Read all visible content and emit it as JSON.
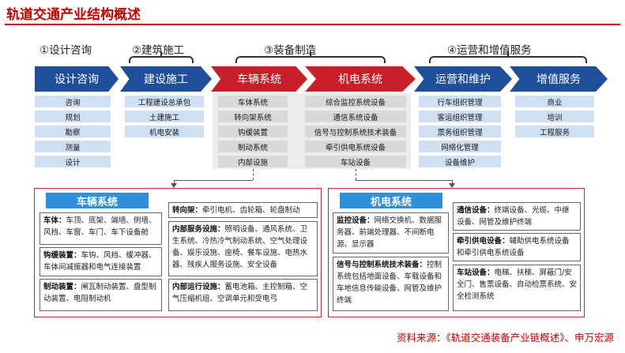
{
  "title": "轨道交通产业结构概述",
  "stages": [
    "①设计咨询",
    "②建筑施工",
    "③装备制造",
    "④运营和增值服务"
  ],
  "chevrons": [
    {
      "label": "设计咨询",
      "color": "#1f4e9a"
    },
    {
      "label": "建设施工",
      "color": "#1f4e9a"
    },
    {
      "label": "车辆系统",
      "color": "#c8202a"
    },
    {
      "label": "机电系统",
      "color": "#c8202a"
    },
    {
      "label": "运营和维护",
      "color": "#1f4e9a"
    },
    {
      "label": "增值服务",
      "color": "#1f4e9a"
    }
  ],
  "columns": [
    [
      "咨询",
      "规划",
      "勘察",
      "测量",
      "设计"
    ],
    [
      "工程建设总承包",
      "土建施工",
      "机电安装"
    ],
    [
      "车体系统",
      "转向架系统",
      "钩缓装置",
      "制动系统",
      "内部设施"
    ],
    [
      "综合监控系统设备",
      "通信系统设备",
      "信号与控制系统技术装备",
      "牵引供电系统设备",
      "车站设备"
    ],
    [
      "行车组织管理",
      "客运组织管理",
      "票务组织管理",
      "网络化管理",
      "设备维护"
    ],
    [
      "商业",
      "培训",
      "工程服务"
    ]
  ],
  "vehicle_panel": {
    "header": "车辆系统",
    "cards": [
      {
        "label": "车体：",
        "text": "车顶、底架、端墙、侧墙、风挡、车窗、车门、车下设备舱"
      },
      {
        "label": "钩缓装置：",
        "text": "车钩、风挡、缓冲器、车体间减振器和电气连接装置"
      },
      {
        "label": "制动装置：",
        "text": "闸瓦制动装置、盘型制动装置、电阻制动机"
      },
      {
        "label": "转向架：",
        "text": "牵引电机、齿轮箱、轮盘制动"
      },
      {
        "label": "内部服务设施：",
        "text": "照明设备、通风系统、卫生系统、冷热冷气制动系统、空气处理设备、娱乐设施、座椅、餐车设施、电热水器、残疾人服务设施、安全设备"
      },
      {
        "label": "内部运行设施：",
        "text": "蓄电池箱、主控制箱、空气压缩机组、空调单元和受电弓"
      }
    ]
  },
  "electro_panel": {
    "header": "机电系统",
    "cards": [
      {
        "label": "监控设备：",
        "text": "网络交换机、数据服务器、前端处理器、不间断电源、显示器"
      },
      {
        "label": "信号与控制系统技术装备：",
        "text": "控制系统包括地面设备、车载设备和车地信息传输设备、网管及维护终端"
      },
      {
        "label": "通信设备：",
        "text": "终端设备、光缆、中继设备、网管及维护终端"
      },
      {
        "label": "牵引供电设备：",
        "text": "辅助供电系统设备和牵引供电系统设备"
      },
      {
        "label": "车站设备：",
        "text": "电梯、扶梯、屏蔽门/安全门、售票设备、自动检票系统、安全检测系统"
      }
    ]
  },
  "source": "资料来源：《轨道交通装备产业链概述》、申万宏源"
}
